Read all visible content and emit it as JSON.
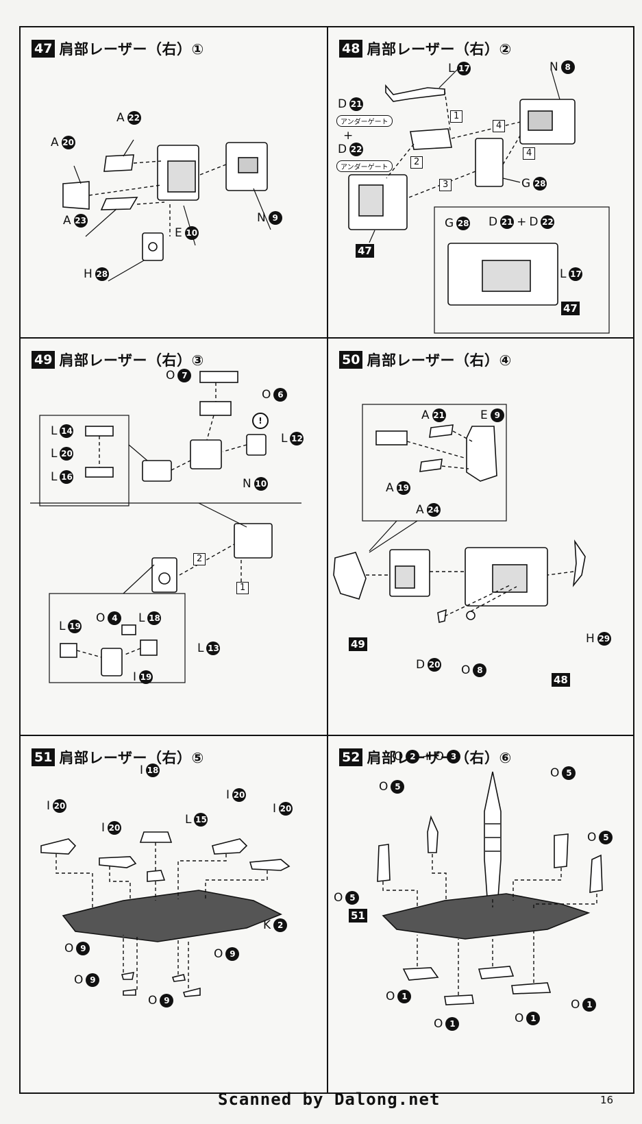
{
  "panels": [
    {
      "num": "47",
      "title": "肩部レーザー（右）①",
      "labels": {
        "a22": "A",
        "a20": "A",
        "a23": "A",
        "h28": "H",
        "e10": "E",
        "n9": "N"
      },
      "circles": {
        "a22": "22",
        "a20": "20",
        "a23": "23",
        "h28": "28",
        "e10": "10",
        "n9": "9"
      }
    },
    {
      "num": "48",
      "title": "肩部レーザー（右）②",
      "labels": {
        "l17": "L",
        "n8": "N",
        "d21": "D",
        "d22": "D",
        "g28": "G",
        "plus": "+",
        "inset_g": "G",
        "inset_d1": "D",
        "inset_plus": "+",
        "inset_d2": "D",
        "inset_l": "L"
      },
      "circles": {
        "l17": "17",
        "n8": "8",
        "d21": "21",
        "d22": "22",
        "g28": "28",
        "inset_g": "28",
        "inset_d1": "21",
        "inset_d2": "22",
        "inset_l": "17"
      },
      "tags": {
        "gate1": "アンダーゲート",
        "gate2": "アンダーゲート"
      },
      "steps": {
        "s1": "1",
        "s2": "2",
        "s3": "3",
        "s4a": "4",
        "s4b": "4"
      },
      "squares": {
        "main": "47",
        "inset": "47"
      }
    },
    {
      "num": "49",
      "title": "肩部レーザー（右）③",
      "labels": {
        "o7": "O",
        "o6": "O",
        "l14": "L",
        "l20": "L",
        "l16": "L",
        "l12": "L",
        "n10": "N",
        "o4": "O",
        "l18": "L",
        "l19": "L",
        "i19": "I",
        "l13": "L"
      },
      "circles": {
        "o7": "7",
        "o6": "6",
        "l14": "14",
        "l20": "20",
        "l16": "16",
        "l12": "12",
        "n10": "10",
        "o4": "4",
        "l18": "18",
        "l19": "19",
        "i19": "19",
        "l13": "13"
      },
      "steps": {
        "s1": "1",
        "s2": "2"
      },
      "warn": "!"
    },
    {
      "num": "50",
      "title": "肩部レーザー（右）④",
      "labels": {
        "a21": "A",
        "e9": "E",
        "a19": "A",
        "a24": "A",
        "h29": "H",
        "d20": "D",
        "o8": "O"
      },
      "circles": {
        "a21": "21",
        "e9": "9",
        "a19": "19",
        "a24": "24",
        "h29": "29",
        "d20": "20",
        "o8": "8"
      },
      "squares": {
        "s49": "49",
        "s48": "48"
      }
    },
    {
      "num": "51",
      "title": "肩部レーザー（右）⑤",
      "labels": {
        "i18": "I",
        "i20a": "I",
        "i20b": "I",
        "i20c": "I",
        "i20d": "I",
        "l15": "L",
        "k2": "K",
        "o9a": "O",
        "o9b": "O",
        "o9c": "O",
        "o9d": "O"
      },
      "circles": {
        "i18": "18",
        "i20a": "20",
        "i20b": "20",
        "i20c": "20",
        "i20d": "20",
        "l15": "15",
        "k2": "2",
        "o9a": "9",
        "o9b": "9",
        "o9c": "9",
        "o9d": "9"
      }
    },
    {
      "num": "52",
      "title": "肩部レーザー（右）⑥",
      "labels": {
        "o2": "O",
        "plus": "+",
        "o3": "O",
        "o5a": "O",
        "o5b": "O",
        "o5c": "O",
        "o5d": "O",
        "o1a": "O",
        "o1b": "O",
        "o1c": "O",
        "o1d": "O"
      },
      "circles": {
        "o2": "2",
        "o3": "3",
        "o5a": "5",
        "o5b": "5",
        "o5c": "5",
        "o5d": "5",
        "o1a": "1",
        "o1b": "1",
        "o1c": "1",
        "o1d": "1"
      },
      "squares": {
        "s51": "51"
      }
    }
  ],
  "footer": {
    "credit": "Scanned by Dalong.net",
    "page": "16"
  }
}
